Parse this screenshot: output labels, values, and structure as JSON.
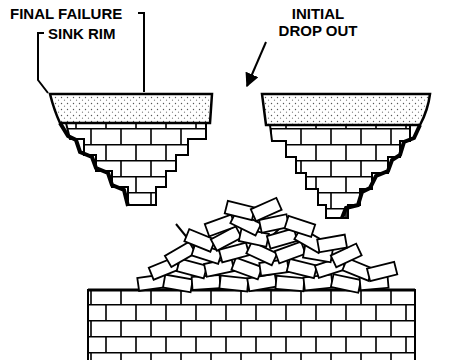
{
  "diagram": {
    "labels": [
      "FINAL FAILURE",
      "SINK RIM",
      "INITIAL DROP OUT"
    ]
  }
}
